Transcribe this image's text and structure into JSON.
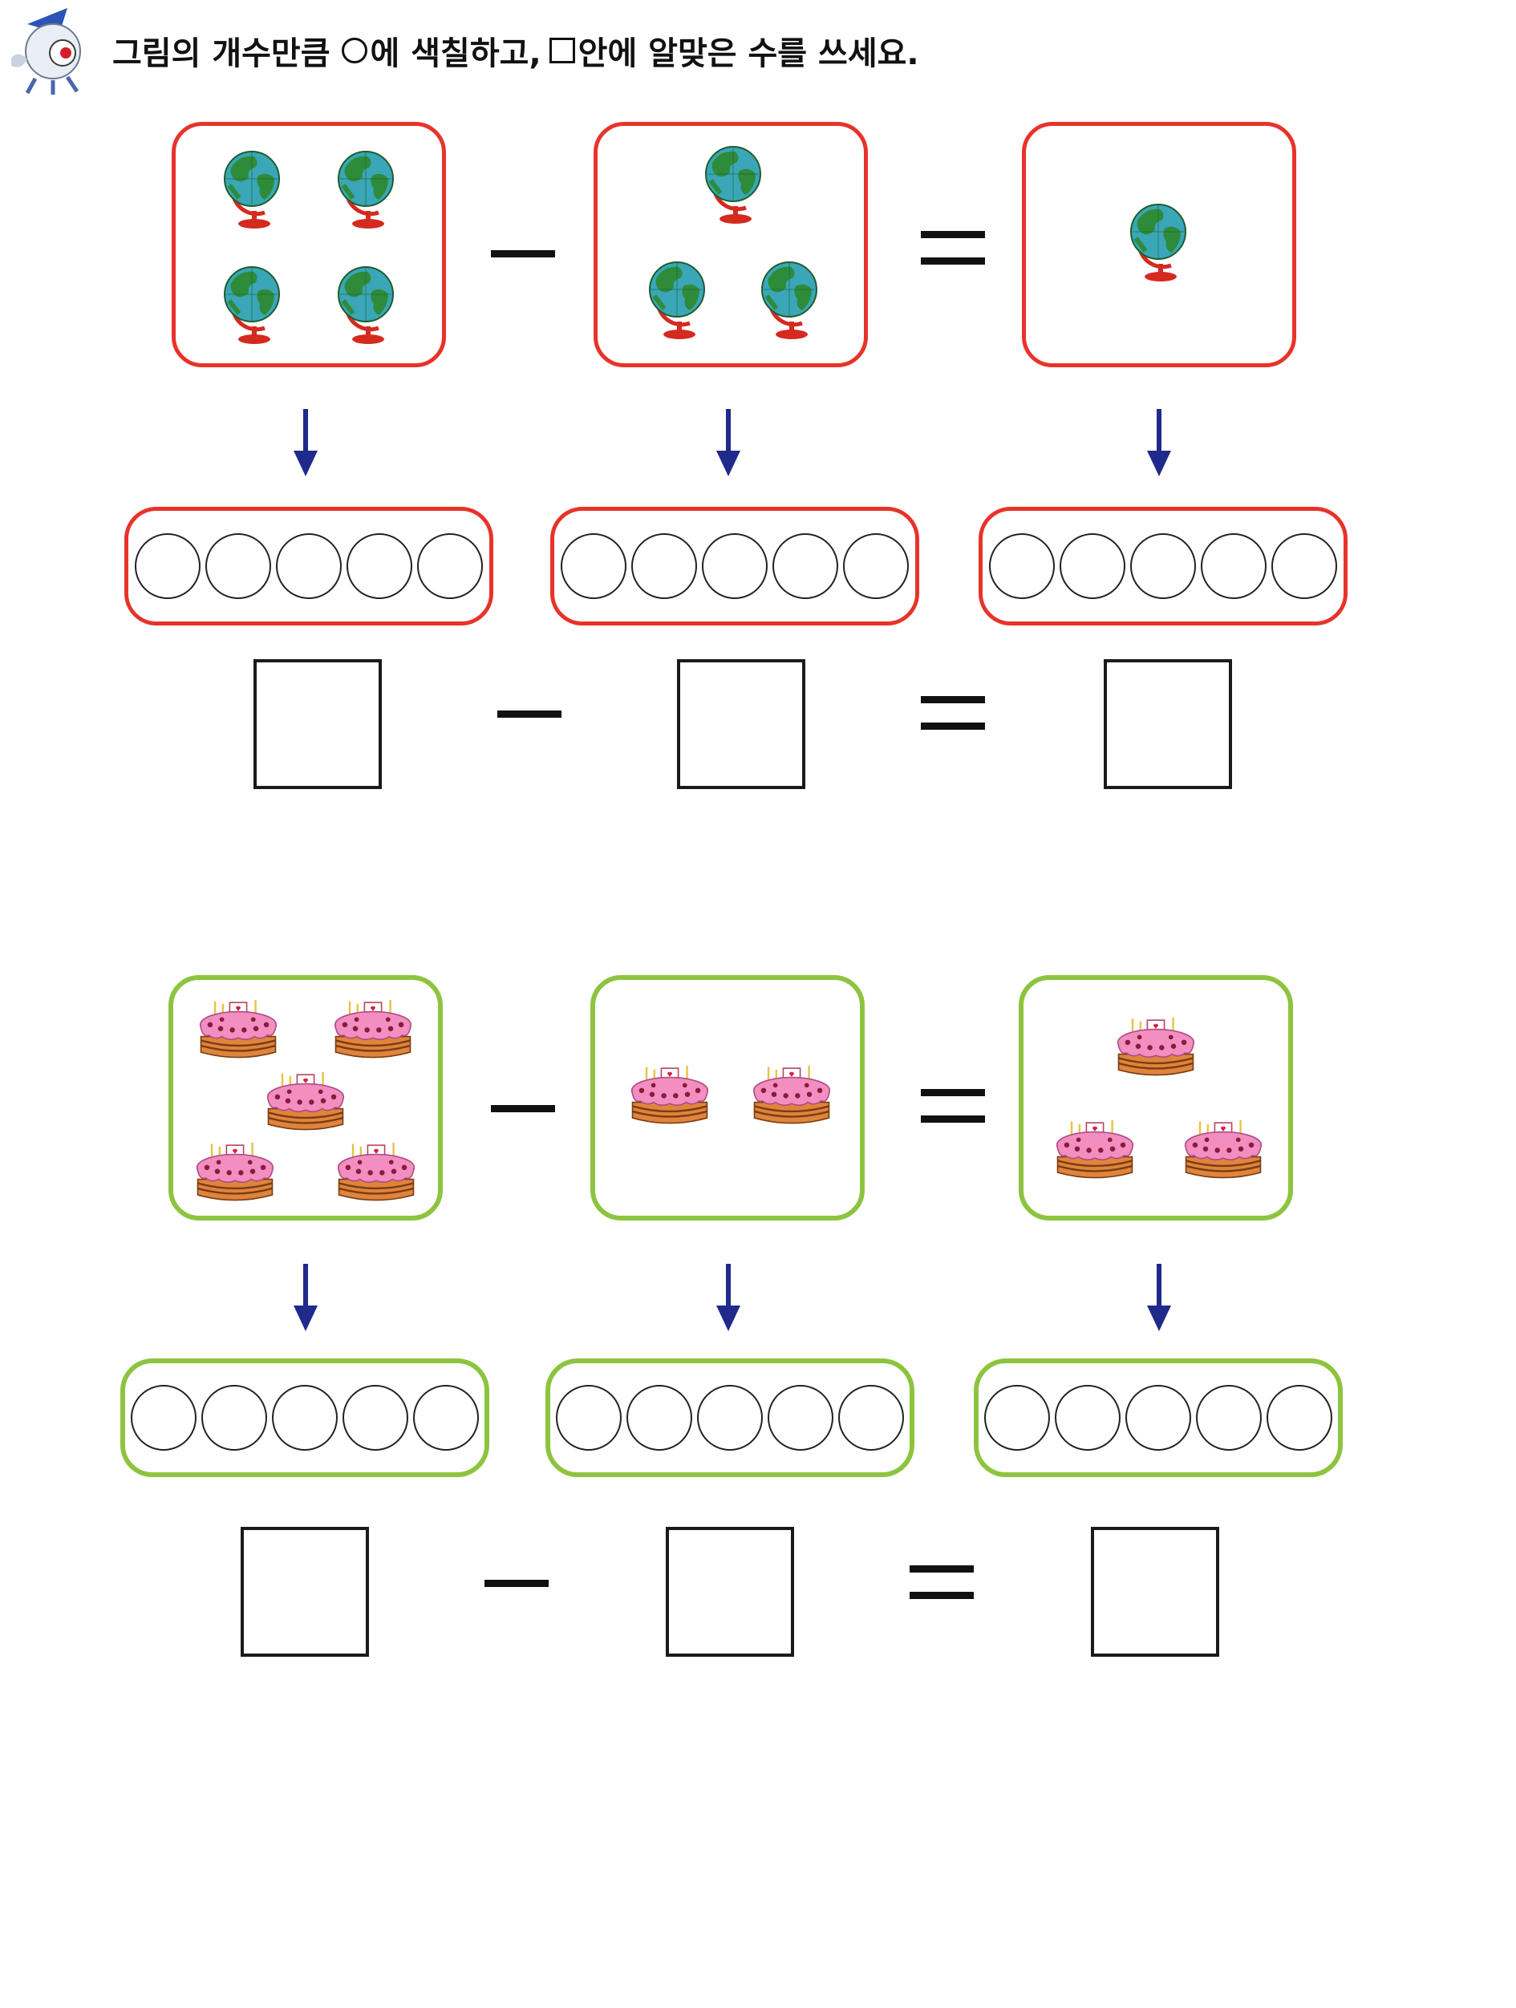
{
  "header": {
    "mascot_icon": "robot-mascot-icon",
    "instruction_part1": "그림의 개수만큼",
    "instruction_part2": "에 색칠하고,",
    "instruction_part3": "안에 알맞은 수를 쓰세요."
  },
  "colors": {
    "problem1_border": "#e8332a",
    "problem2_border": "#8dc43f",
    "arrow": "#1f2a8a"
  },
  "problems": [
    {
      "item_icon": "globe-icon",
      "operator_minus": "−",
      "operator_equals": "=",
      "counts": [
        4,
        3,
        1
      ],
      "circles_per_row": 5
    },
    {
      "item_icon": "cake-icon",
      "operator_minus": "−",
      "operator_equals": "=",
      "counts": [
        5,
        2,
        3
      ],
      "circles_per_row": 5
    }
  ]
}
